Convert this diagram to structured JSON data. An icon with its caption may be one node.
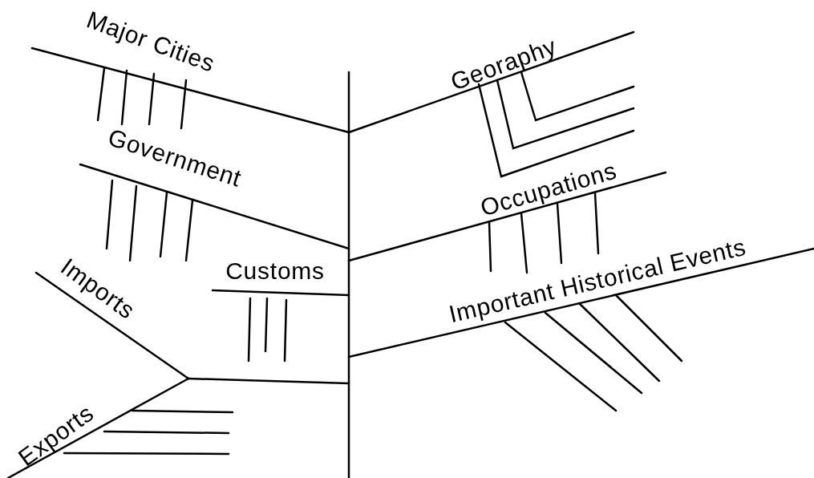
{
  "diagram": {
    "labels": [
      "Major Cities",
      "Government",
      "Customs",
      "Imports",
      "Exports",
      "Georaphy",
      "Occupations",
      "Important Historical Events"
    ]
  }
}
